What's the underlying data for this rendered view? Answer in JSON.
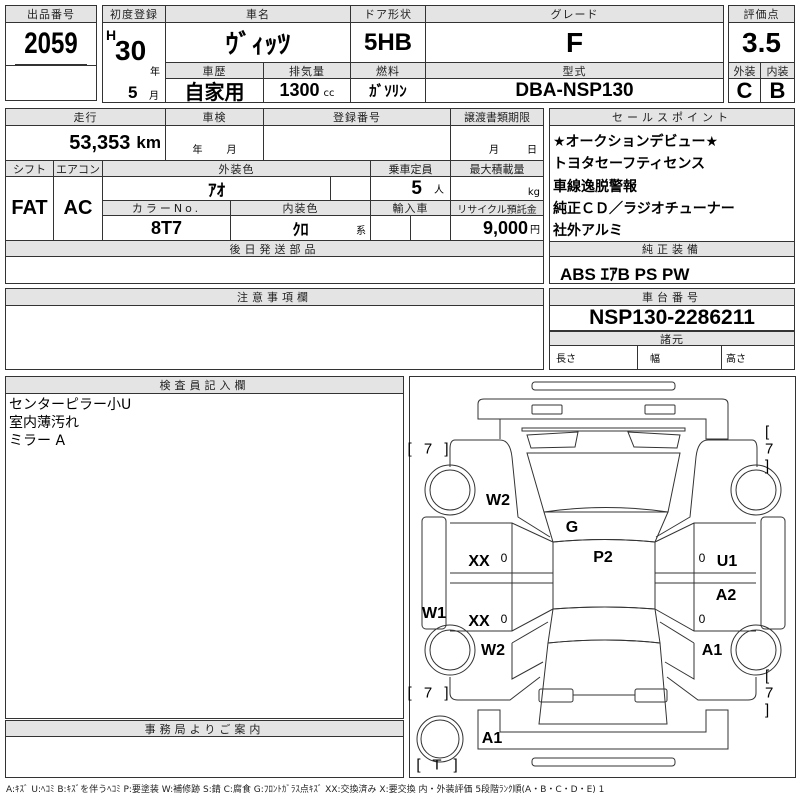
{
  "lot": {
    "label": "出品番号",
    "value": "2059"
  },
  "vehicle": {
    "first_reg_label": "初度登録",
    "era": "H",
    "year": "30",
    "year_unit": "年",
    "month": "5",
    "month_unit": "月",
    "name_label": "車名",
    "name": "ｳﾞｨｯﾂ",
    "door_label": "ドア形状",
    "door": "5HB",
    "grade_label": "グレード",
    "grade": "F",
    "history_label": "車歴",
    "history": "自家用",
    "displacement_label": "排気量",
    "displacement": "1300",
    "displacement_unit": "cc",
    "fuel_label": "燃料",
    "fuel": "ｶﾞｿﾘﾝ",
    "model_label": "型式",
    "model": "DBA-NSP130"
  },
  "score": {
    "label": "評価点",
    "value": "3.5",
    "exterior_label": "外装",
    "exterior": "C",
    "interior_label": "内装",
    "interior": "B"
  },
  "details": {
    "mileage_label": "走行",
    "mileage": "53,353",
    "mileage_unit": "km",
    "inspection_label": "車検",
    "inspection_year_unit": "年",
    "inspection_month_unit": "月",
    "reg_no_label": "登録番号",
    "transfer_label": "譲渡書類期限",
    "transfer_month_unit": "月",
    "transfer_day_unit": "日",
    "shift_label": "シフト",
    "shift": "FAT",
    "ac_label": "エアコン",
    "ac": "AC",
    "color_label": "外装色",
    "color": "ｱｵ",
    "capacity_label": "乗車定員",
    "capacity": "5",
    "capacity_unit": "人",
    "load_label": "最大積載量",
    "load_unit": "kg",
    "color_no_label": "カラーNo.",
    "color_no": "8T7",
    "interior_color_label": "内装色",
    "interior_color": "ｸﾛ",
    "interior_color_unit": "系",
    "import_label": "輸入車",
    "recycle_label": "リサイクル預託金",
    "recycle": "9,000",
    "recycle_unit": "円",
    "later_parts_label": "後日発送部品"
  },
  "sales_points": {
    "label": "セールスポイント",
    "items": [
      "★オークションデビュー★",
      "トヨタセーフティセンス",
      "車線逸脱警報",
      "純正ＣＤ／ラジオチューナー",
      "社外アルミ"
    ]
  },
  "equipment": {
    "label": "純正装備",
    "value": "ABS ｴｱB PS PW"
  },
  "notes": {
    "label": "注意事項欄"
  },
  "chassis": {
    "label": "車台番号",
    "value": "NSP130-2286211",
    "spec_label": "諸元",
    "length_label": "長さ",
    "width_label": "幅",
    "height_label": "高さ"
  },
  "inspector": {
    "label": "検査員記入欄",
    "lines": [
      "センターピラー小U",
      "室内薄汚れ",
      "ミラー A"
    ]
  },
  "office": {
    "label": "事務局よりご案内"
  },
  "diagram": {
    "tires": [
      "[ 7 ]",
      "[ 7 ]",
      "[ 7 ]",
      "[ 7 ]",
      "[ T ]"
    ],
    "marks": [
      "W2",
      "G",
      "P2",
      "XX",
      "U1",
      "A2",
      "W1",
      "XX",
      "W2",
      "A1",
      "A1",
      "0",
      "0",
      "0",
      "0"
    ]
  },
  "legend": "A:ｷｽﾞ U:ﾍｺﾐ B:ｷｽﾞを伴うﾍｺﾐ P:要塗装 W:補修跡 S:錆 C:腐食 G:ﾌﾛﾝﾄｶﾞﾗｽ点ｷｽﾞ XX:交換済み X:要交換 内・外装評価 5段階ﾗﾝｸ順(A・B・C・D・E) 1"
}
